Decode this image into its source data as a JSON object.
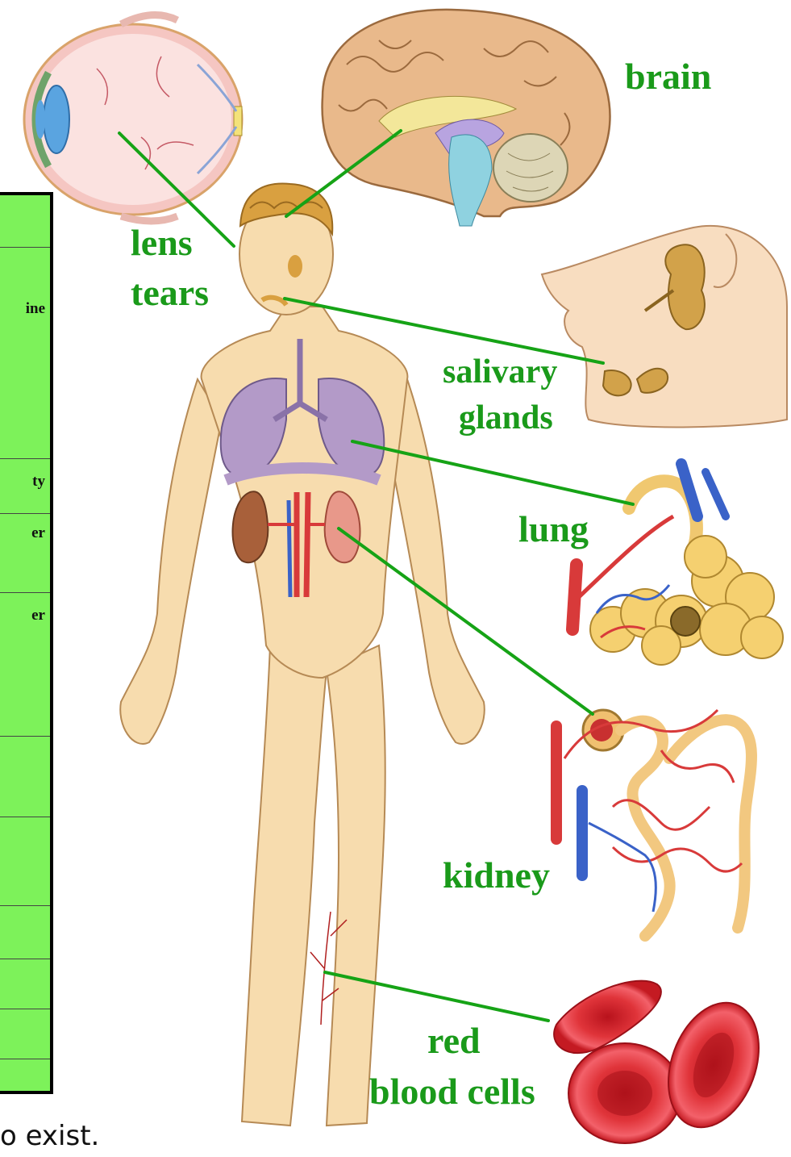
{
  "labels": {
    "brain": "brain",
    "lens": "lens",
    "tears": "tears",
    "salivary": "salivary",
    "glands": "glands",
    "lung": "lung",
    "kidney": "kidney",
    "red": "red",
    "blood_cells": "blood cells"
  },
  "table": {
    "fragments": [
      "ine",
      "ty",
      "er",
      "er"
    ]
  },
  "footer": "o exist.",
  "colors": {
    "label_green": "#1a9a1a",
    "line_green": "#16a316",
    "table_green": "#7df25a",
    "skin": "#f7dcae",
    "blood_red": "#e0343a"
  }
}
